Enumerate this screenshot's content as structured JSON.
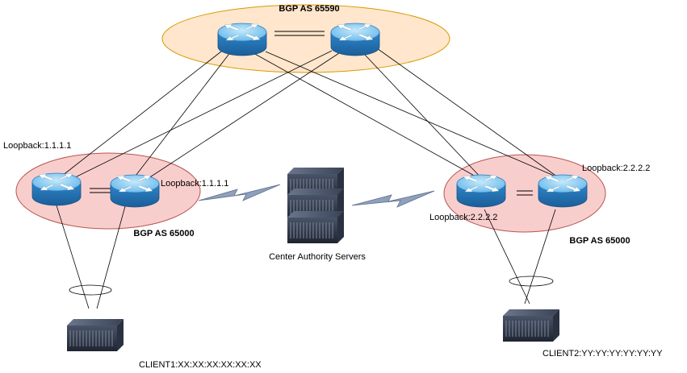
{
  "groups": {
    "top": {
      "label": "BGP AS 65590",
      "fill": "#FFE6CC",
      "stroke": "#D79B00"
    },
    "left": {
      "label": "BGP AS 65000",
      "fill": "#F8CECC",
      "stroke": "#B85450"
    },
    "right": {
      "label": "BGP AS 65000",
      "fill": "#F8CECC",
      "stroke": "#B85450"
    }
  },
  "labels": {
    "loopback_left_1": "Loopback:1.1.1.1",
    "loopback_left_2": "Loopback:1.1.1.1",
    "loopback_right_1": "Loopback:2.2.2.2",
    "loopback_right_2": "Loopback:2.2.2.2",
    "center_servers": "Center Authority Servers",
    "client1": "CLIENT1:XX:XX:XX:XX:XX:XX",
    "client2": "CLIENT2:YY:YY:YY:YY:YY:YY"
  },
  "colors": {
    "router_fill": "#3A9AD9",
    "router_top": "#8FD0F5",
    "wan_link": "#7F8FA8",
    "server_body": "#2B3342"
  },
  "icons": {
    "router": "router-icon",
    "server": "server-icon",
    "wan": "lightning-link-icon"
  }
}
